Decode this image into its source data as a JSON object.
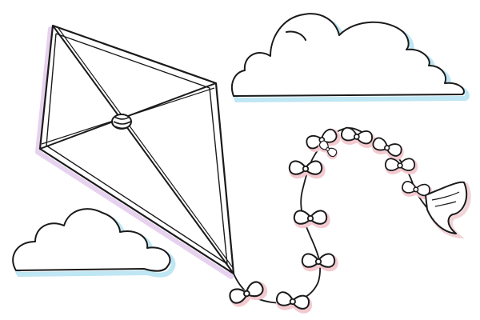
{
  "scene": {
    "subject": "kite-with-bow-tail-and-clouds",
    "style": "line-art",
    "colors": {
      "outline": "#1a1a1a",
      "background": "#ffffff",
      "cloud_shadow": "#bfe6f3",
      "kite_tint": "#e6d2ee",
      "bow_tint": "#f3c9d0",
      "tail_tint": "#f1d3d8"
    },
    "elements": [
      "kite",
      "kite-knot",
      "kite-string",
      "bow-tail",
      "tail-ribbon",
      "cloud-upper-right",
      "cloud-lower-left"
    ],
    "bow_count": 11
  }
}
